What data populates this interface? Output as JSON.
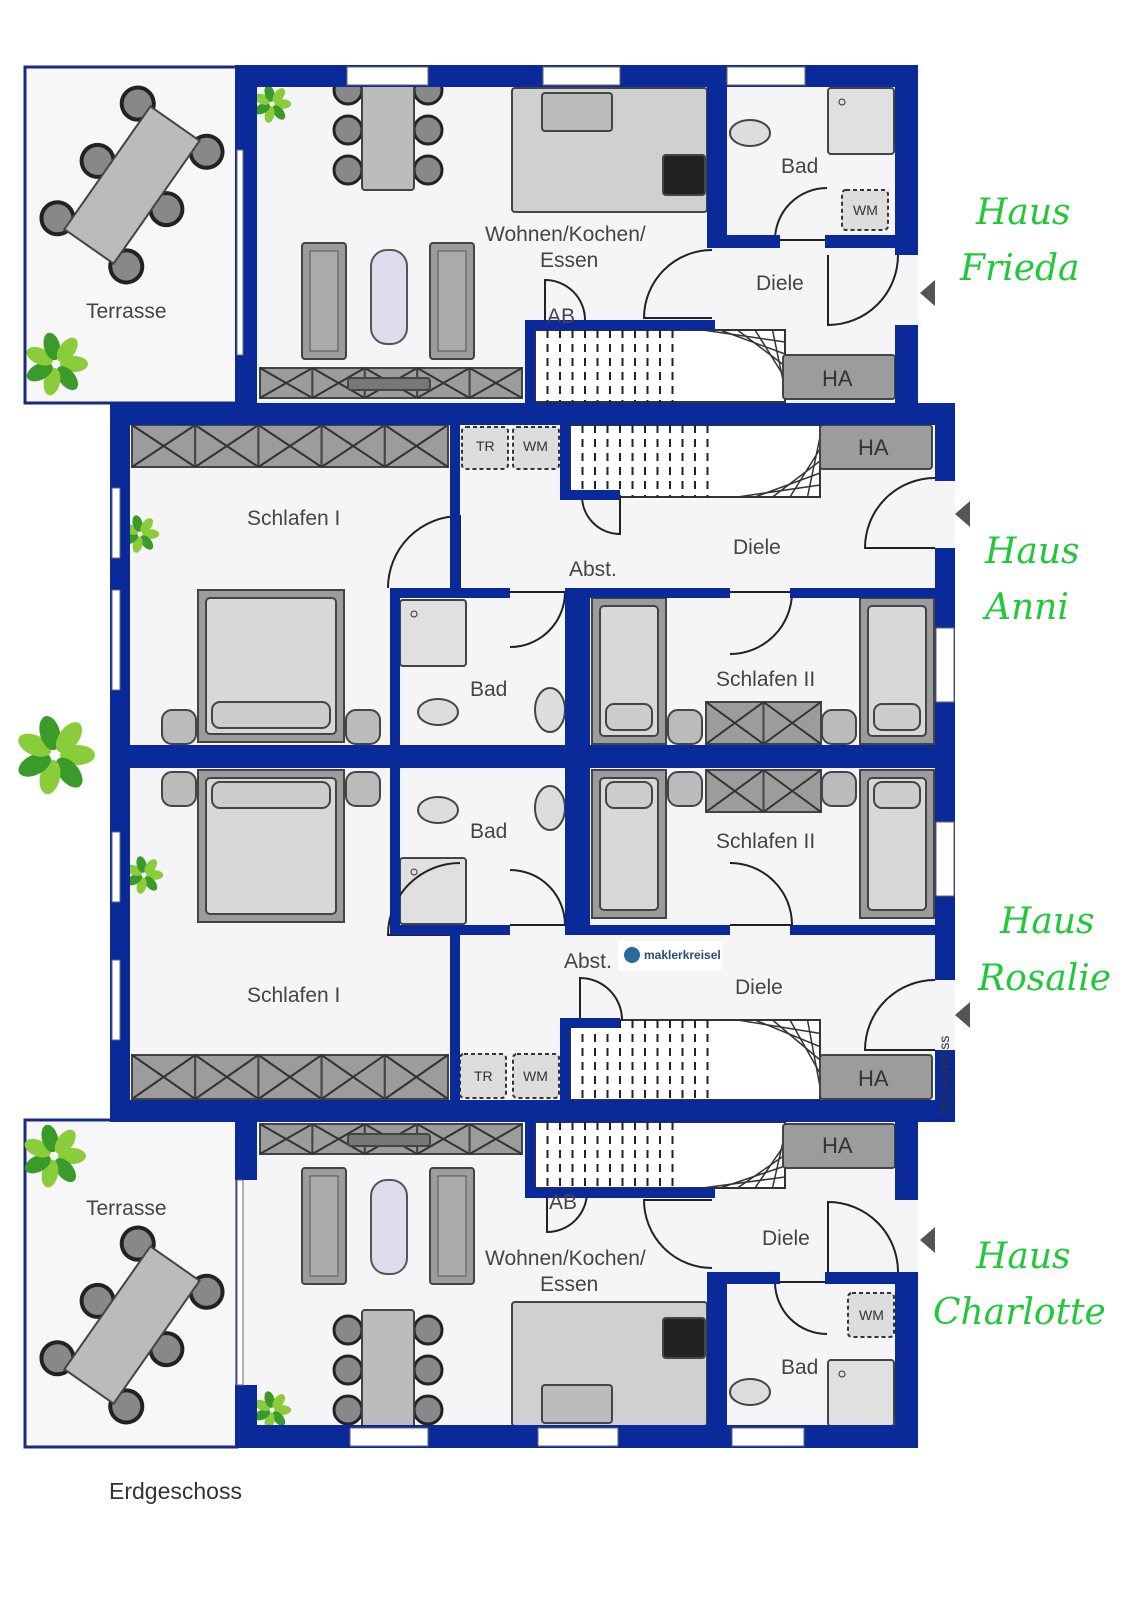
{
  "houses": {
    "frieda": {
      "name_line1": "Haus",
      "name_line2": "Frieda",
      "terrace": "Terrasse",
      "living_line1": "Wohnen/Kochen/",
      "living_line2": "Essen",
      "bath": "Bad",
      "hall": "Diele",
      "ab": "AB",
      "ha": "HA",
      "wm": "WM"
    },
    "anni": {
      "name_line1": "Haus",
      "name_line2": "Anni",
      "bedroom1": "Schlafen I",
      "bedroom2": "Schlafen II",
      "bath": "Bad",
      "hall": "Diele",
      "storage": "Abst.",
      "ha": "HA",
      "tr": "TR",
      "wm": "WM"
    },
    "rosalie": {
      "name_line1": "Haus",
      "name_line2": "Rosalie",
      "bedroom1": "Schlafen I",
      "bedroom2": "Schlafen II",
      "bath": "Bad",
      "hall": "Diele",
      "storage": "Abst.",
      "ha": "HA",
      "tr": "TR",
      "wm": "WM"
    },
    "charlotte": {
      "name_line1": "Haus",
      "name_line2": "Charlotte",
      "terrace": "Terrasse",
      "living_line1": "Wohnen/Kochen/",
      "living_line2": "Essen",
      "bath": "Bad",
      "hall": "Diele",
      "ab": "AB",
      "ha": "HA",
      "wm": "WM"
    }
  },
  "floor_label": "Erdgeschoss",
  "logo_text": "maklerkreisel",
  "credit": "McGrundriss",
  "colors": {
    "wall": "#0a2a9a",
    "furniture": "#9c9c9c",
    "haus_label": "#22c83a"
  }
}
